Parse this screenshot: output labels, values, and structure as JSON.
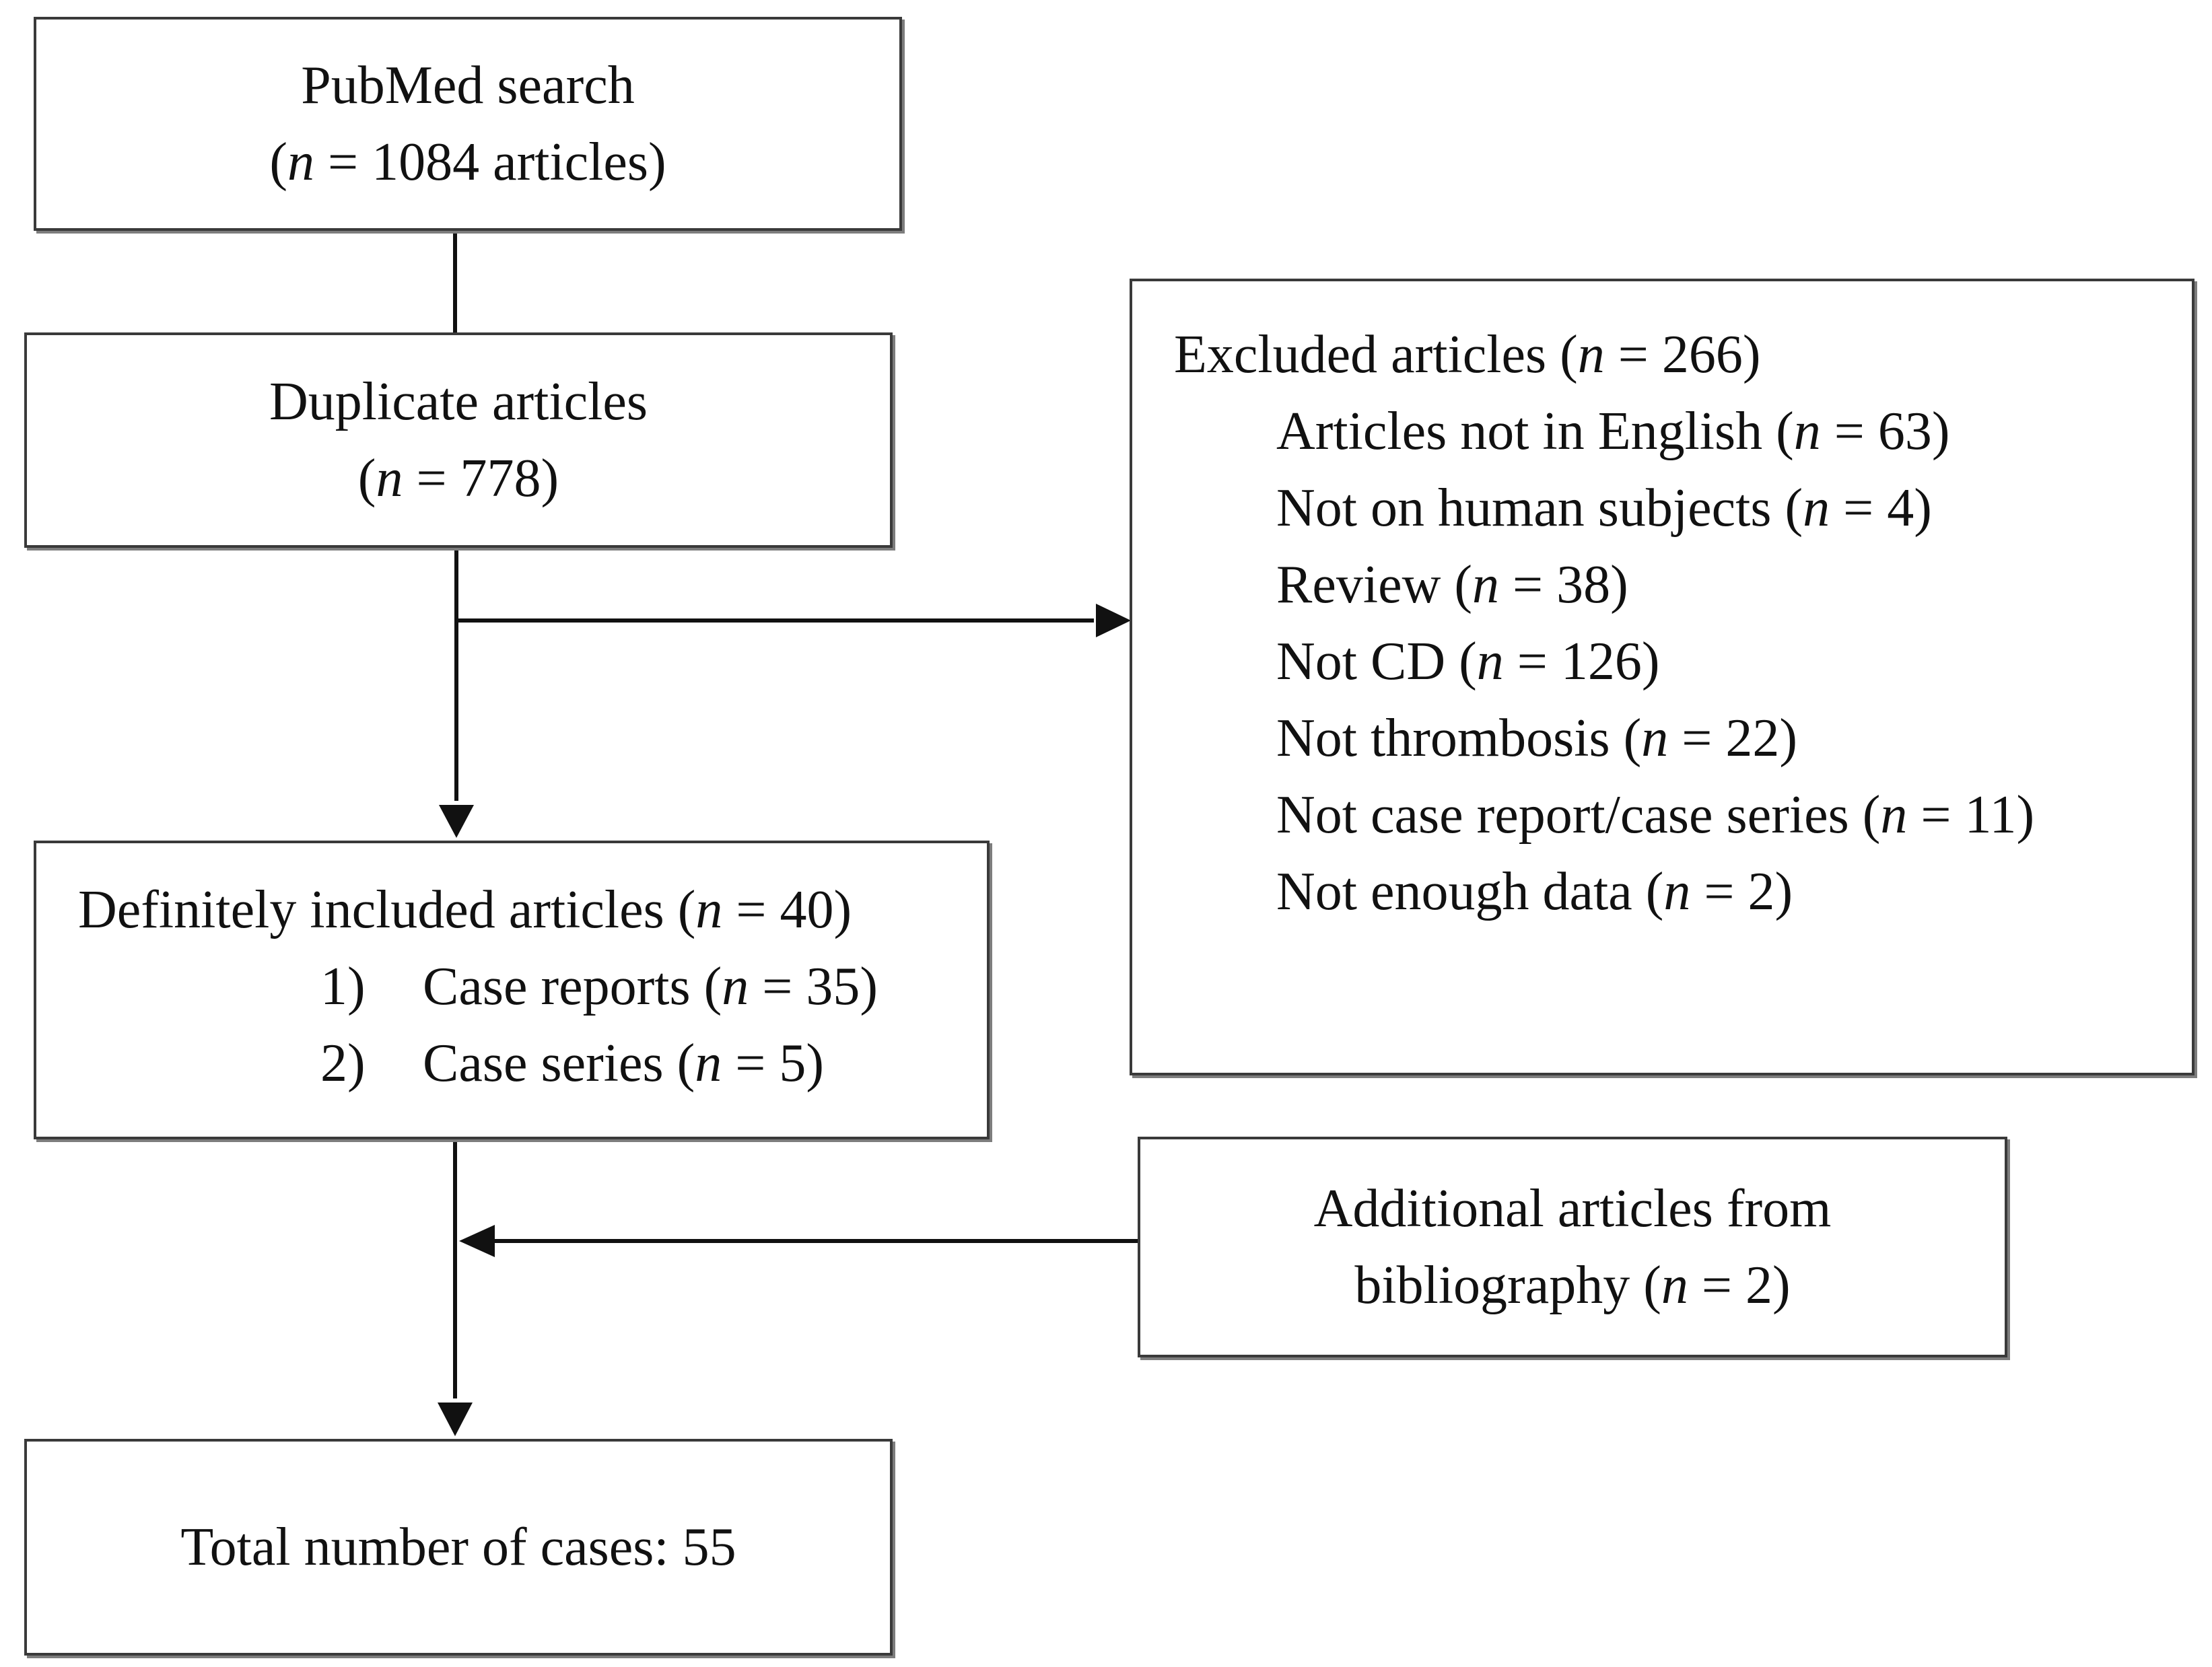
{
  "pubmed": {
    "title": "PubMed search",
    "count_prefix": "(",
    "n": "n",
    "count_suffix": " = 1084 articles)"
  },
  "duplicate": {
    "title": "Duplicate articles",
    "count_prefix": "(",
    "n": "n",
    "count_suffix": " = 778)"
  },
  "excluded": {
    "title": "Excluded articles (",
    "title_n": "n",
    "title_suffix": " = 266)",
    "items": [
      {
        "label": "Articles not in English (",
        "n": "n",
        "suffix": " = 63)"
      },
      {
        "label": "Not on human subjects (",
        "n": "n",
        "suffix": " = 4)"
      },
      {
        "label": "Review (",
        "n": "n",
        "suffix": " = 38)"
      },
      {
        "label": "Not CD (",
        "n": "n",
        "suffix": " = 126)"
      },
      {
        "label": "Not thrombosis (",
        "n": "n",
        "suffix": " = 22)"
      },
      {
        "label": "Not case report/case series (",
        "n": "n",
        "suffix": " = 11)"
      },
      {
        "label": "Not enough data (",
        "n": "n",
        "suffix": " = 2)"
      }
    ]
  },
  "included": {
    "title": "Definitely included articles (",
    "title_n": "n",
    "title_suffix": " = 40)",
    "items": [
      {
        "num": "1)",
        "label": "Case reports (",
        "n": "n",
        "suffix": " = 35)"
      },
      {
        "num": "2)",
        "label": "Case series (",
        "n": "n",
        "suffix": " = 5)"
      }
    ]
  },
  "additional": {
    "line1": "Additional articles from",
    "line2_prefix": "bibliography (",
    "n": "n",
    "line2_suffix": " = 2)"
  },
  "total": {
    "label": "Total number of cases: 55"
  },
  "colors": {
    "line": "#111111",
    "border": "#3a3a3a"
  }
}
